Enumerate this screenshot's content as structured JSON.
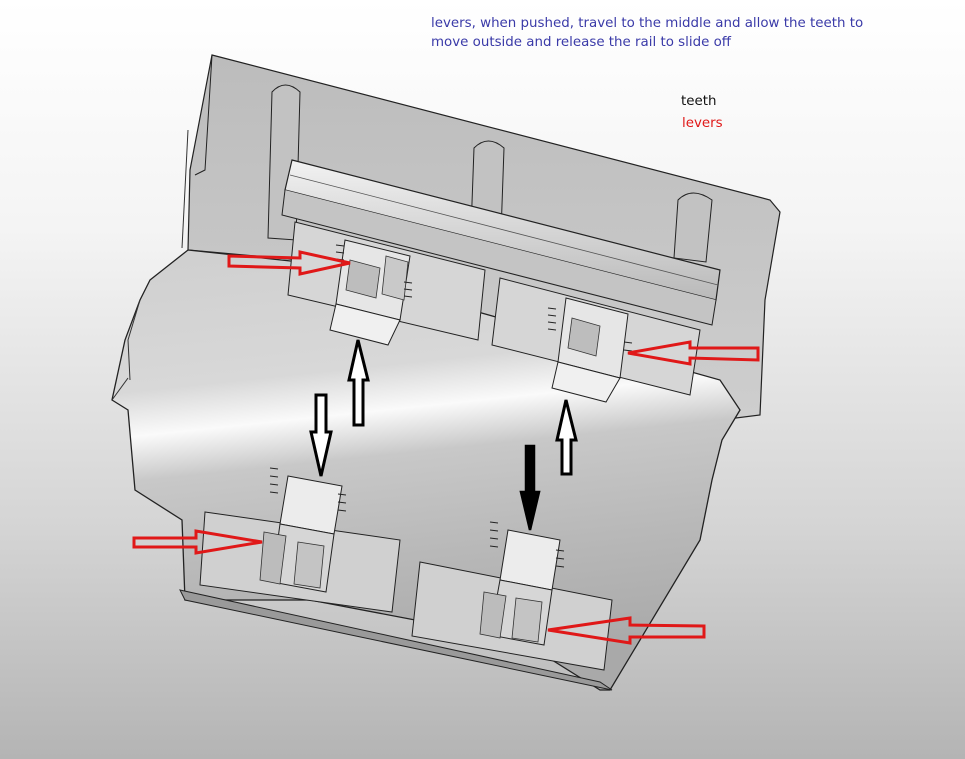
{
  "caption": "levers, when pushed, travel to the middle and allow the teeth to move outside and release the rail to slide off",
  "legend": {
    "teeth": "teeth",
    "levers": "levers"
  },
  "colors": {
    "caption_text": "#3a3aa8",
    "teeth_legend": "#111111",
    "lever_arrow": "#e01818",
    "push_arrow": "#000000",
    "part_light": "#e8e8e8",
    "part_mid": "#c6c6c6",
    "part_dark": "#8a8a8a"
  }
}
